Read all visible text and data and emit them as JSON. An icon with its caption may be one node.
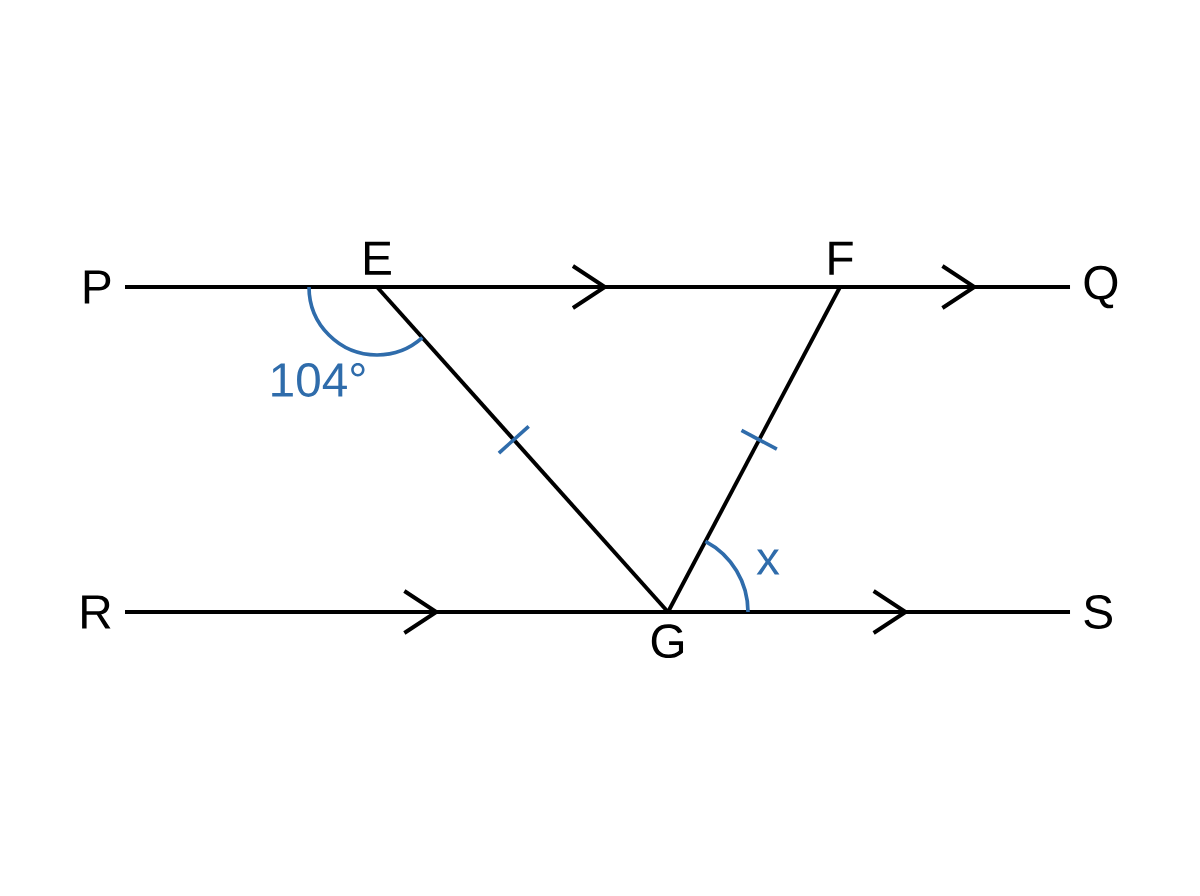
{
  "diagram": {
    "nodes": [
      {
        "text": [
          "P"
        ]
      },
      {
        "text": [
          "E"
        ]
      },
      {
        "text": [
          "F"
        ]
      },
      {
        "text": [
          "Q"
        ]
      },
      {
        "text": [
          "R"
        ]
      },
      {
        "text": [
          "G"
        ]
      },
      {
        "text": [
          "S"
        ]
      }
    ],
    "edges": [
      {
        "from": 0,
        "to": 1,
        "arrow": "none"
      },
      {
        "from": 1,
        "to": 2,
        "arrow": "to"
      },
      {
        "from": 2,
        "to": 3,
        "arrow": "to"
      },
      {
        "from": 4,
        "to": 5,
        "arrow": "to"
      },
      {
        "from": 5,
        "to": 6,
        "arrow": "to"
      },
      {
        "from": 1,
        "to": 5,
        "arrow": "none"
      },
      {
        "from": 2,
        "to": 5,
        "arrow": "none"
      }
    ],
    "labels": [
      "104°",
      "x"
    ]
  }
}
